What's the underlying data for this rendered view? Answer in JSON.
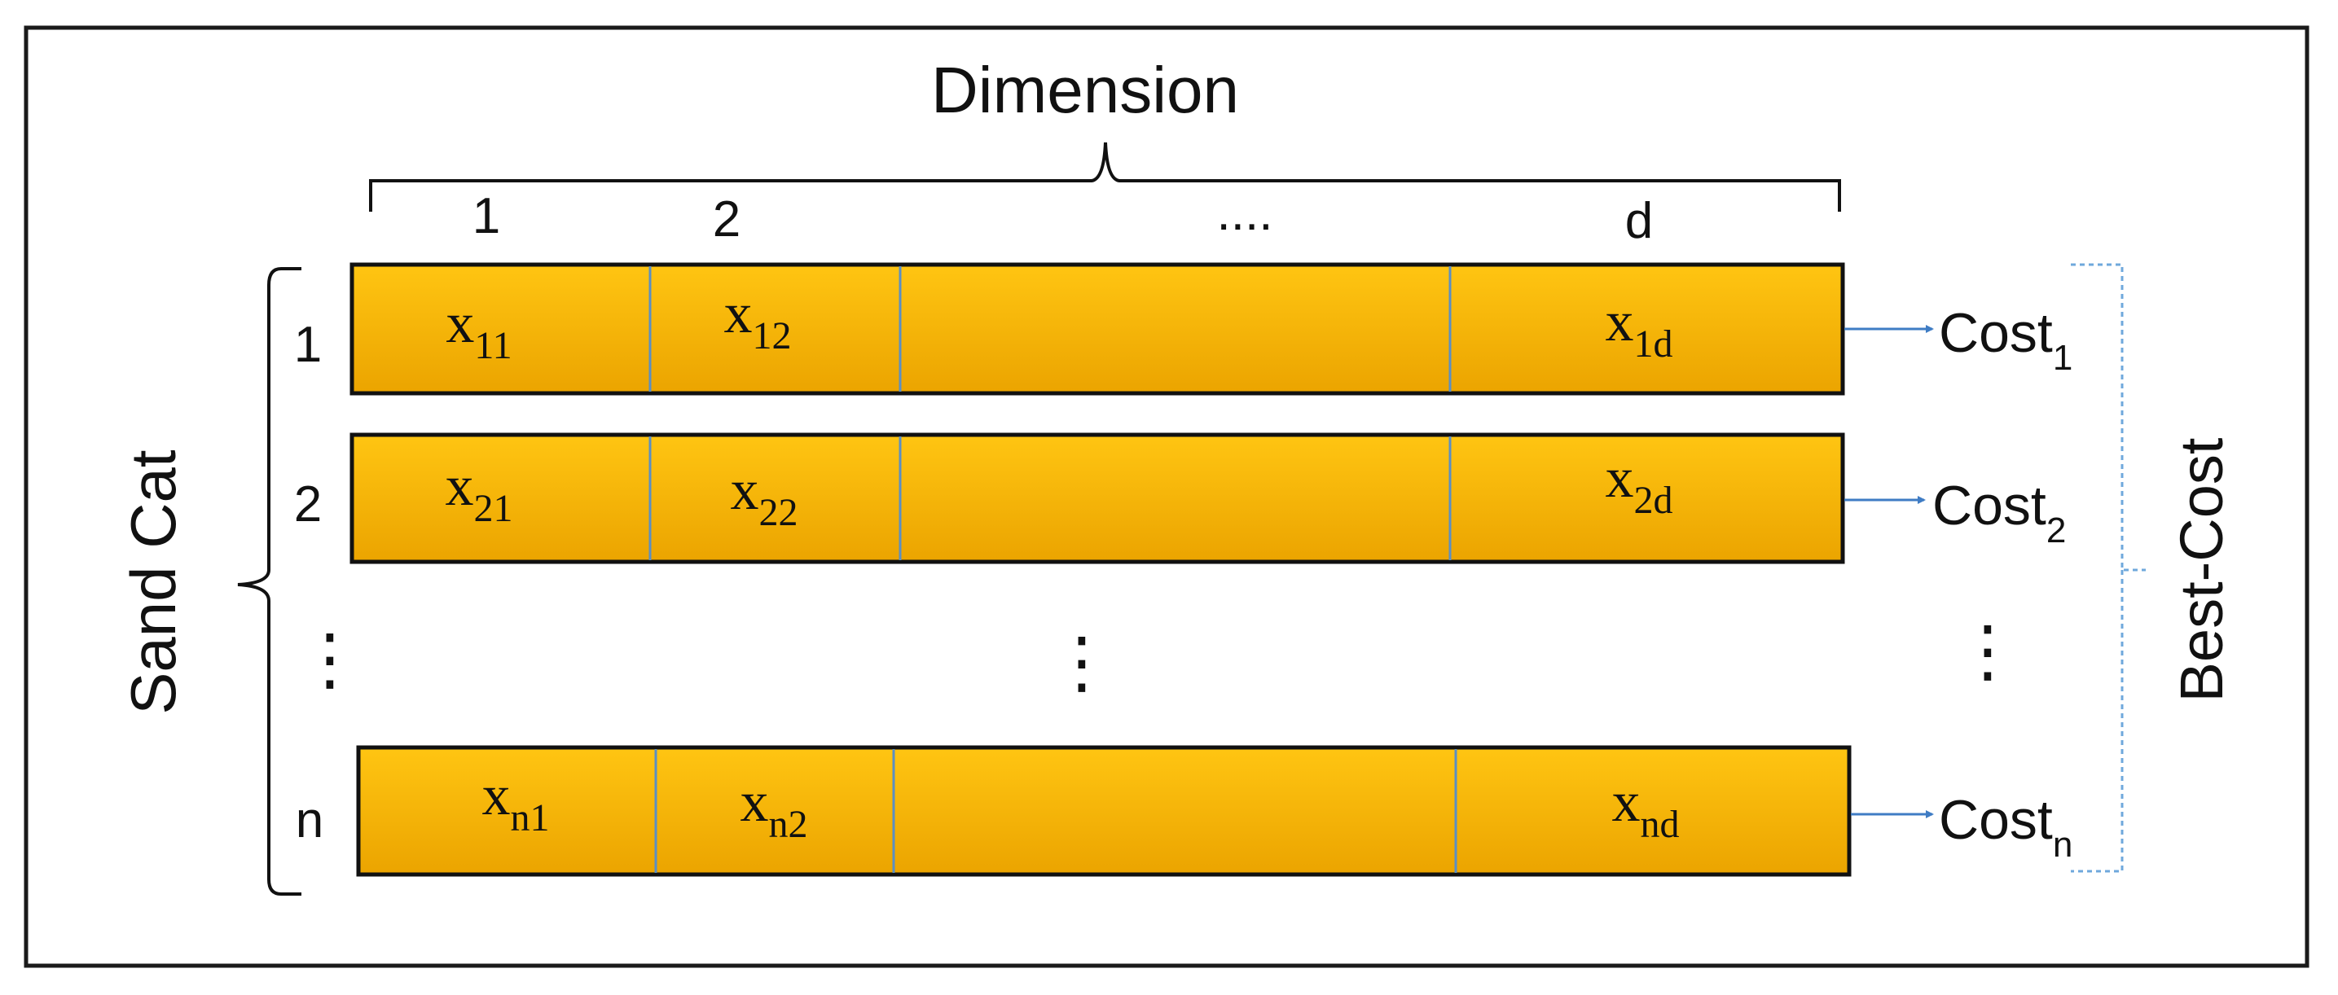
{
  "title": "Dimension",
  "group_label": "Sand Cat",
  "best_label": "Best-Cost",
  "columns": {
    "c1": "1",
    "c2": "2",
    "dots": "....",
    "cd": "d"
  },
  "rows": [
    {
      "label": "1",
      "x_1": "11",
      "x_2": "12",
      "x_d": "1d",
      "cost_sub": "1"
    },
    {
      "label": "2",
      "x_1": "21",
      "x_2": "22",
      "x_d": "2d",
      "cost_sub": "2"
    },
    {
      "label": "n",
      "x_1": "n1",
      "x_2": "n2",
      "x_d": "nd",
      "cost_sub": "n"
    }
  ],
  "symbols": {
    "x": "x",
    "cost": "Cost",
    "vdots": "⋮"
  },
  "colors": {
    "cell_top": "#ffc512",
    "cell_bottom": "#eba400",
    "divider": "#5b8fc4",
    "arrow": "#3f7cc4",
    "best_bracket": "#6fa8dc"
  }
}
